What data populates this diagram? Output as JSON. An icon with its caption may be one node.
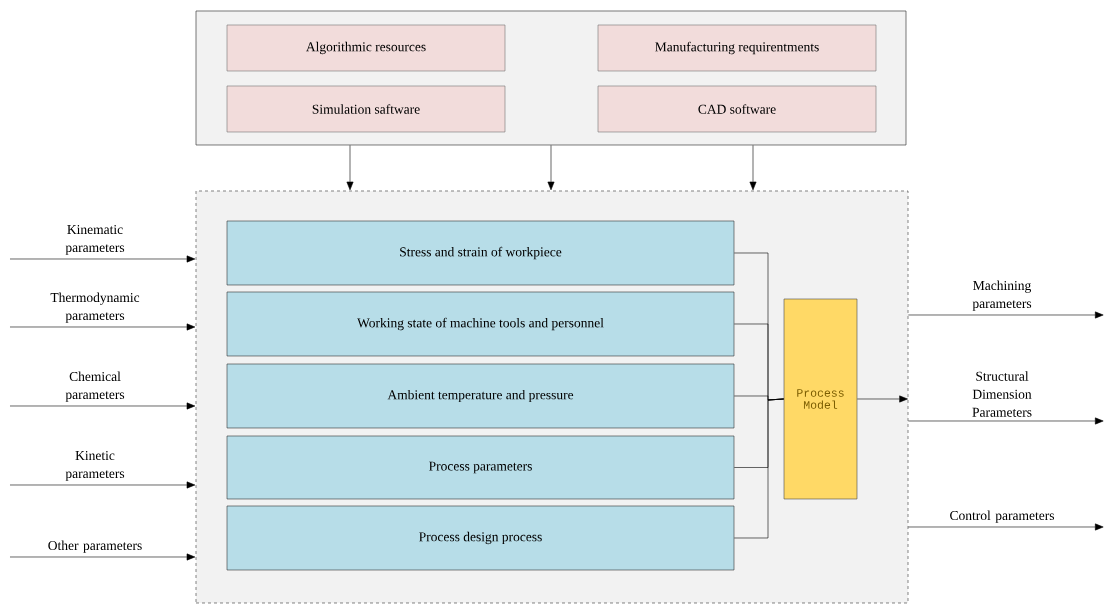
{
  "diagram": {
    "nodes": [
      {
        "text": [],
        "shape": "box"
      },
      {
        "text": [
          "Algorithmic resources"
        ],
        "in": 0
      },
      {
        "text": [
          "Manufacturing requirentments"
        ],
        "in": 0
      },
      {
        "text": [
          "Simulation saftware"
        ],
        "in": 0
      },
      {
        "text": [
          "CAD software"
        ],
        "in": 0
      },
      {
        "text": [],
        "shape": "box"
      },
      {
        "text": [
          "Stress and strain of workpiece"
        ],
        "in": 5
      },
      {
        "text": [
          "Working state of machine tools and personnel"
        ],
        "in": 5
      },
      {
        "text": [
          "Ambient temperature and pressure"
        ],
        "in": 5
      },
      {
        "text": [
          "Process parameters"
        ],
        "in": 5
      },
      {
        "text": [
          "Process design process"
        ],
        "in": 5
      },
      {
        "text": [
          "Process Model"
        ],
        "in": 5
      }
    ],
    "edges": [
      {
        "from": 0,
        "to": 5,
        "arrow": "to"
      },
      {
        "from": 0,
        "to": 5,
        "arrow": "to"
      },
      {
        "from": 0,
        "to": 5,
        "arrow": "to"
      },
      {
        "from": null,
        "to": 5,
        "arrow": "to",
        "label": "Kinematic parameters"
      },
      {
        "from": null,
        "to": 5,
        "arrow": "to",
        "label": "Thermodynamic parameters"
      },
      {
        "from": null,
        "to": 5,
        "arrow": "to",
        "label": "Chemical parameters"
      },
      {
        "from": null,
        "to": 5,
        "arrow": "to",
        "label": "Kinetic parameters"
      },
      {
        "from": null,
        "to": 5,
        "arrow": "to",
        "label": "Other parameters"
      },
      {
        "from": 6,
        "to": 11,
        "arrow": "none"
      },
      {
        "from": 7,
        "to": 11,
        "arrow": "none"
      },
      {
        "from": 8,
        "to": 11,
        "arrow": "none"
      },
      {
        "from": 9,
        "to": 11,
        "arrow": "none"
      },
      {
        "from": 10,
        "to": 11,
        "arrow": "none"
      },
      {
        "from": 11,
        "to": 5,
        "arrow": "to"
      },
      {
        "from": 5,
        "to": null,
        "arrow": "to",
        "label": "Machining parameters"
      },
      {
        "from": 5,
        "to": null,
        "arrow": "to",
        "label": "Structural Dimension Parameters"
      },
      {
        "from": 5,
        "to": null,
        "arrow": "to",
        "label": "Control parameters"
      }
    ]
  }
}
